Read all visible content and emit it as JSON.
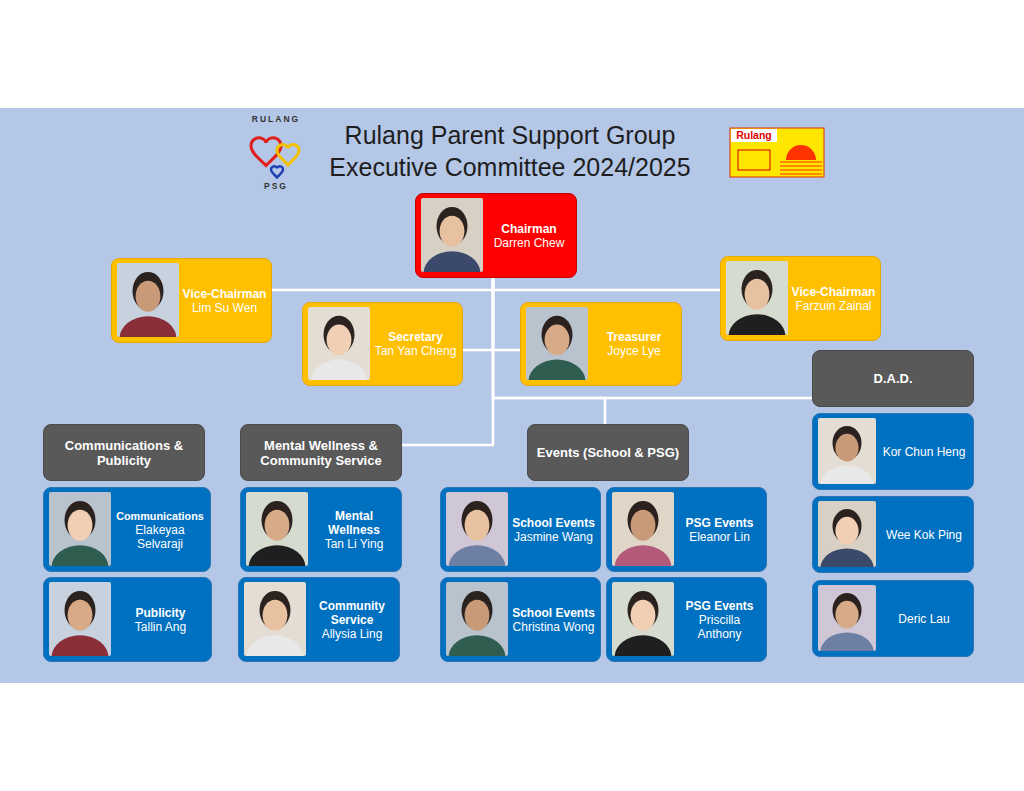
{
  "diagram": {
    "title": "Rulang Parent Support Group Executive Committee 2024/2025",
    "nodes": [
      {
        "text": [
          "Chairman",
          "Darren Chew"
        ]
      },
      {
        "text": [
          "Vice-Chairman",
          "Lim Su Wen"
        ]
      },
      {
        "text": [
          "Secretary",
          "Tan Yan Cheng"
        ]
      },
      {
        "text": [
          "Treasurer",
          "Joyce Lye"
        ]
      },
      {
        "text": [
          "Vice-Chairman",
          "Farzuin Zainal"
        ]
      },
      {
        "text": [
          "D.A.D."
        ]
      },
      {
        "text": [
          "Communications & Publicity"
        ]
      },
      {
        "text": [
          "Mental Wellness & Community Service"
        ]
      },
      {
        "text": [
          "Events (School & PSG)"
        ]
      },
      {
        "text": [
          "Kor Chun Heng"
        ]
      },
      {
        "text": [
          "Communications",
          "Elakeyaa Selvaraji"
        ]
      },
      {
        "text": [
          "Mental Wellness",
          "Tan Li Ying"
        ]
      },
      {
        "text": [
          "School Events",
          "Jasmine Wang"
        ]
      },
      {
        "text": [
          "PSG Events",
          "Eleanor Lin"
        ]
      },
      {
        "text": [
          "Wee Kok Ping"
        ]
      },
      {
        "text": [
          "Publicity",
          "Tallin Ang"
        ]
      },
      {
        "text": [
          "Community Service",
          "Allysia Ling"
        ]
      },
      {
        "text": [
          "School Events",
          "Christina Wong"
        ]
      },
      {
        "text": [
          "PSG Events",
          "Priscilla Anthony"
        ]
      },
      {
        "text": [
          "Deric Lau"
        ]
      }
    ],
    "edges": [
      {
        "from": 0,
        "to": 1,
        "arrow": "none"
      },
      {
        "from": 0,
        "to": 4,
        "arrow": "none"
      },
      {
        "from": 0,
        "to": 2,
        "arrow": "none"
      },
      {
        "from": 0,
        "to": 3,
        "arrow": "none"
      },
      {
        "from": 0,
        "to": 5,
        "arrow": "none"
      },
      {
        "from": 0,
        "to": 8,
        "arrow": "none"
      },
      {
        "from": 0,
        "to": 7,
        "arrow": "none"
      }
    ],
    "labels": [
      "RULANG",
      "PSG",
      "Rulang"
    ]
  }
}
